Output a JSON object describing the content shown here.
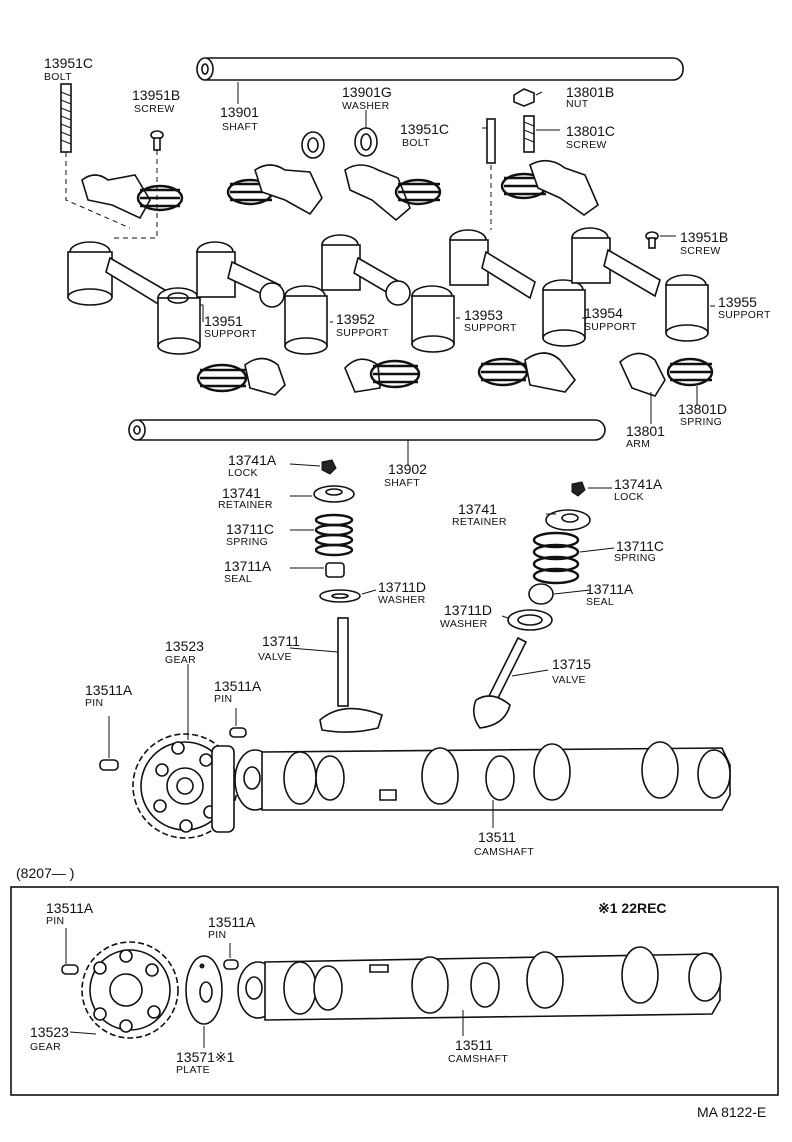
{
  "labels": {
    "l13951c_bolt_top": {
      "num": "13951C",
      "name": "BOLT"
    },
    "l13951b_screw_left": {
      "num": "13951B",
      "name": "SCREW"
    },
    "l13901_shaft": {
      "num": "13901",
      "name": "SHAFT"
    },
    "l13901g_washer": {
      "num": "13901G",
      "name": "WASHER"
    },
    "l13801b_nut": {
      "num": "13801B",
      "name": "NUT"
    },
    "l13951c_bolt_mid": {
      "num": "13951C",
      "name": "BOLT"
    },
    "l13801c_screw": {
      "num": "13801C",
      "name": "SCREW"
    },
    "l13951b_screw_right": {
      "num": "13951B",
      "name": "SCREW"
    },
    "l13951_support": {
      "num": "13951",
      "name": "SUPPORT"
    },
    "l13952_support": {
      "num": "13952",
      "name": "SUPPORT"
    },
    "l13953_support": {
      "num": "13953",
      "name": "SUPPORT"
    },
    "l13954_support": {
      "num": "13954",
      "name": "SUPPORT"
    },
    "l13955_support": {
      "num": "13955",
      "name": "SUPPORT"
    },
    "l13801_arm": {
      "num": "13801",
      "name": "ARM"
    },
    "l13801d_spring": {
      "num": "13801D",
      "name": "SPRING"
    },
    "l13902_shaft": {
      "num": "13902",
      "name": "SHAFT"
    },
    "l13741a_lock_left": {
      "num": "13741A",
      "name": "LOCK"
    },
    "l13741_retainer_left": {
      "num": "13741",
      "name": "RETAINER"
    },
    "l13711c_spring_left": {
      "num": "13711C",
      "name": "SPRING"
    },
    "l13711a_seal_left": {
      "num": "13711A",
      "name": "SEAL"
    },
    "l13711d_washer_left": {
      "num": "13711D",
      "name": "WASHER"
    },
    "l13711_valve": {
      "num": "13711",
      "name": "VALVE"
    },
    "l13741a_lock_right": {
      "num": "13741A",
      "name": "LOCK"
    },
    "l13741_retainer_right": {
      "num": "13741",
      "name": "RETAINER"
    },
    "l13711c_spring_right": {
      "num": "13711C",
      "name": "SPRING"
    },
    "l13711a_seal_right": {
      "num": "13711A",
      "name": "SEAL"
    },
    "l13711d_washer_right": {
      "num": "13711D",
      "name": "WASHER"
    },
    "l13715_valve": {
      "num": "13715",
      "name": "VALVE"
    },
    "l13523_gear_top": {
      "num": "13523",
      "name": "GEAR"
    },
    "l13511a_pin_left": {
      "num": "13511A",
      "name": "PIN"
    },
    "l13511a_pin_mid": {
      "num": "13511A",
      "name": "PIN"
    },
    "l13511_camshaft_top": {
      "num": "13511",
      "name": "CAMSHAFT"
    },
    "l13511a_pin_box_left": {
      "num": "13511A",
      "name": "PIN"
    },
    "l13511a_pin_box_mid": {
      "num": "13511A",
      "name": "PIN"
    },
    "l13523_gear_box": {
      "num": "13523",
      "name": "GEAR"
    },
    "l13571_plate": {
      "num": "13571※1",
      "name": "PLATE"
    },
    "l13511_camshaft_box": {
      "num": "13511",
      "name": "CAMSHAFT"
    }
  },
  "box": {
    "date_range": "(8207—        )",
    "note": "※1  22REC"
  },
  "footer": {
    "code": "MA  8122-E"
  }
}
